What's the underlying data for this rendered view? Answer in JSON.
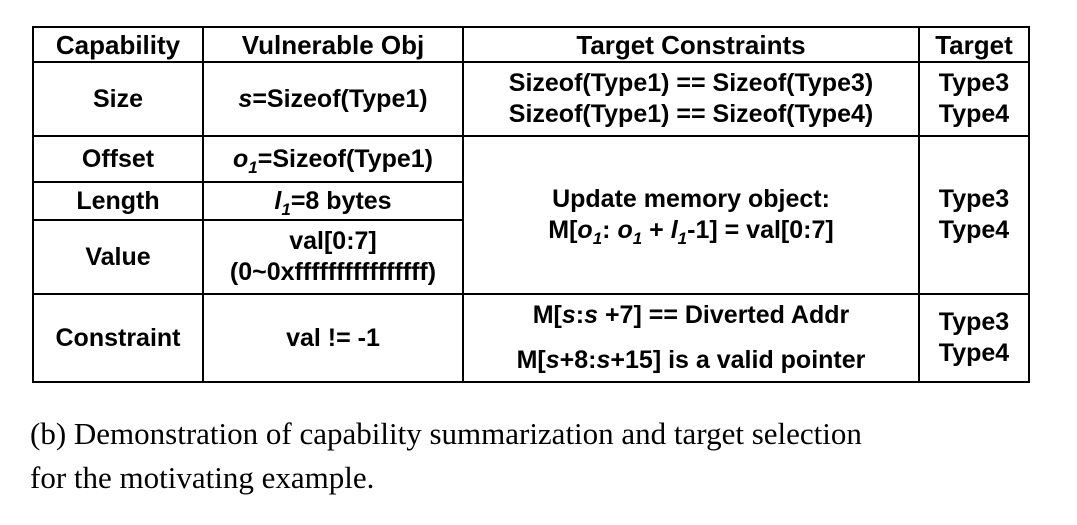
{
  "table": {
    "headers": [
      "Capability",
      "Vulnerable Obj",
      "Target Constraints",
      "Target"
    ],
    "size_row": {
      "capability": "Size",
      "obj_var": "s",
      "obj_rest": "=Sizeof(Type1)",
      "constraint_1": "Sizeof(Type1) == Sizeof(Type3)",
      "constraint_2": "Sizeof(Type1) == Sizeof(Type4)",
      "target_1": "Type3",
      "target_2": "Type4"
    },
    "offset_row": {
      "capability": "Offset",
      "obj_var": "o",
      "obj_sub": "1",
      "obj_rest": "=Sizeof(Type1)"
    },
    "length_row": {
      "capability": "Length",
      "obj_var": "l",
      "obj_sub": "1",
      "obj_rest": "=8 bytes"
    },
    "value_row": {
      "capability": "Value",
      "obj_line1": "val[0:7]",
      "obj_line2": "(0~0xffffffffffffffff)"
    },
    "update_block": {
      "title": "Update memory object:",
      "formula": {
        "p1": "M[",
        "v1": "o",
        "s1": "1",
        "p2": ": ",
        "v2": "o",
        "s2": "1",
        "p3": " + ",
        "v3": "l",
        "s3": "1",
        "p4": "-1] = val[0:7]"
      },
      "target_1": "Type3",
      "target_2": "Type4"
    },
    "constraint_row": {
      "capability": "Constraint",
      "obj": "val != -1",
      "c1": {
        "p1": "M[",
        "v1": "s",
        "p2": ":",
        "v2": "s",
        "p3": " +7] == Diverted Addr"
      },
      "c2": {
        "p1": "M[",
        "v1": "s",
        "p2": "+8:",
        "v2": "s",
        "p3": "+15] is a valid pointer"
      },
      "target_1": "Type3",
      "target_2": "Type4"
    }
  },
  "caption": {
    "line1": "(b) Demonstration of capability summarization and target selection",
    "line2": "for the motivating example."
  }
}
